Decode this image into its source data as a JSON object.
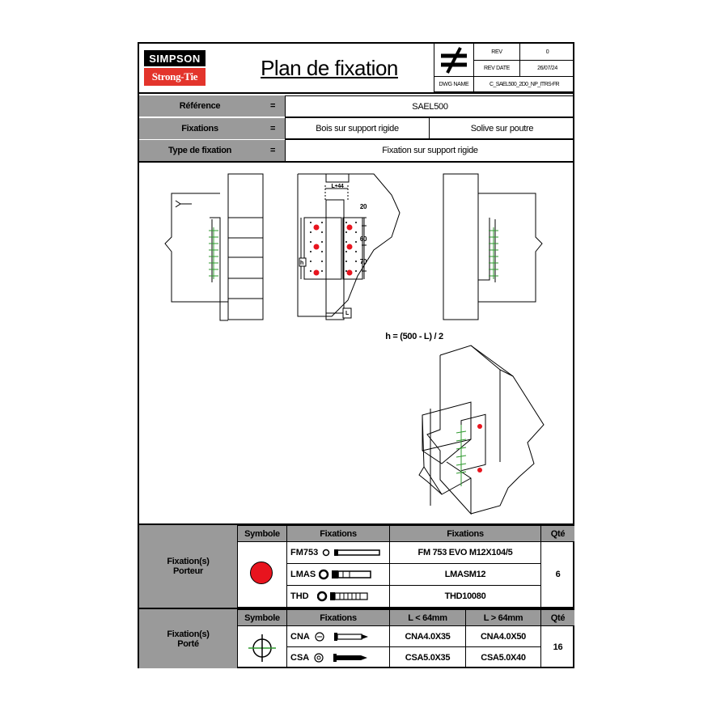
{
  "header": {
    "logo_top": "SIMPSON",
    "logo_bottom": "Strong-Tie",
    "title": "Plan de fixation",
    "rev_label": "REV",
    "rev_value": "0",
    "rev_date_label": "REV DATE",
    "rev_date_value": "26/07/24",
    "dwg_name_label": "DWG NAME",
    "dwg_name_value": "C_SAEL500_2D0_NP_ITRS-FR"
  },
  "info": {
    "reference_label": "Référence",
    "reference_value": "SAEL500",
    "fixations_label": "Fixations",
    "fixations_value_1": "Bois sur support rigide",
    "fixations_value_2": "Solive sur poutre",
    "type_label": "Type de fixation",
    "type_value": "Fixation sur support rigide",
    "equals": "="
  },
  "drawing": {
    "dim_top": "L+44",
    "dim_20": "20",
    "dim_60": "60",
    "dim_70": "70",
    "dim_h": "h",
    "dim_L": "L",
    "formula": "h = (500 - L) / 2",
    "accent_red": "#e8141e",
    "accent_green": "#2e9a2e"
  },
  "porteur": {
    "section_label": "Fixation(s)\nPorteur",
    "symbole_header": "Symbole",
    "fixations_header_1": "Fixations",
    "fixations_header_2": "Fixations",
    "qte_header": "Qté",
    "rows": [
      {
        "code": "FM753",
        "name": "FM 753 EVO M12X104/5"
      },
      {
        "code": "LMAS",
        "name": "LMASM12"
      },
      {
        "code": "THD",
        "name": "THD10080"
      }
    ],
    "qte": "6"
  },
  "porte": {
    "section_label": "Fixation(s)\nPorté",
    "symbole_header": "Symbole",
    "fixations_header": "Fixations",
    "col_small": "L < 64mm",
    "col_large": "L > 64mm",
    "qte_header": "Qté",
    "rows": [
      {
        "code": "CNA",
        "small": "CNA4.0X35",
        "large": "CNA4.0X50"
      },
      {
        "code": "CSA",
        "small": "CSA5.0X35",
        "large": "CSA5.0X40"
      }
    ],
    "qte": "16"
  }
}
